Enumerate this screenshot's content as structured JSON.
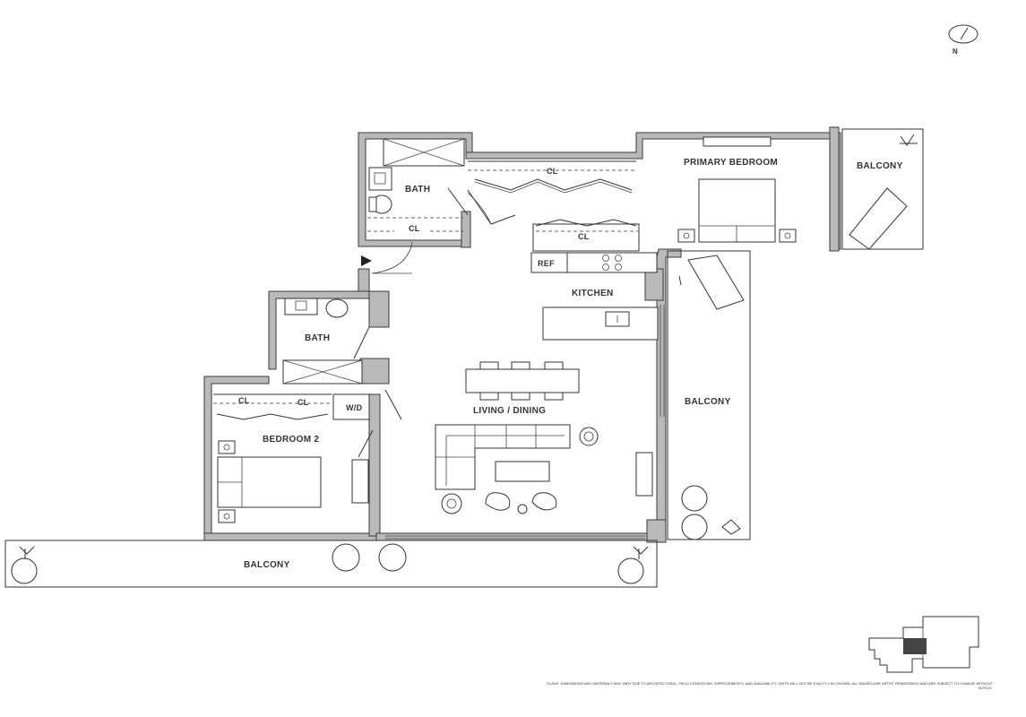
{
  "rooms": {
    "primary_bedroom": "PRIMARY BEDROOM",
    "balcony_ne": "BALCONY",
    "bath_top": "BATH",
    "closet_top_long": "CL",
    "closet_bath": "CL",
    "closet_kitchen": "CL",
    "ref": "REF",
    "kitchen": "KITCHEN",
    "bath_mid": "BATH",
    "closet_b2_a": "CL",
    "closet_b2_b": "CL",
    "washer_dryer": "W/D",
    "bedroom2": "BEDROOM 2",
    "living_dining": "LIVING / DINING",
    "balcony_east": "BALCONY",
    "balcony_south": "BALCONY"
  },
  "compass": {
    "label": "N"
  },
  "disclaimer": "PLANS, DIMENSIONS AND MATERIALS MAY VARY DUE TO ARCHITECTURAL, FIELD CONDITIONS, IMPROVEMENTS, AND AVAILABILITY. UNITS WILL NOT BE EXACTLY AS SHOWN. ALL IMAGES ARE ARTIST RENDERINGS AND ARE SUBJECT TO CHANGE WITHOUT NOTICE."
}
